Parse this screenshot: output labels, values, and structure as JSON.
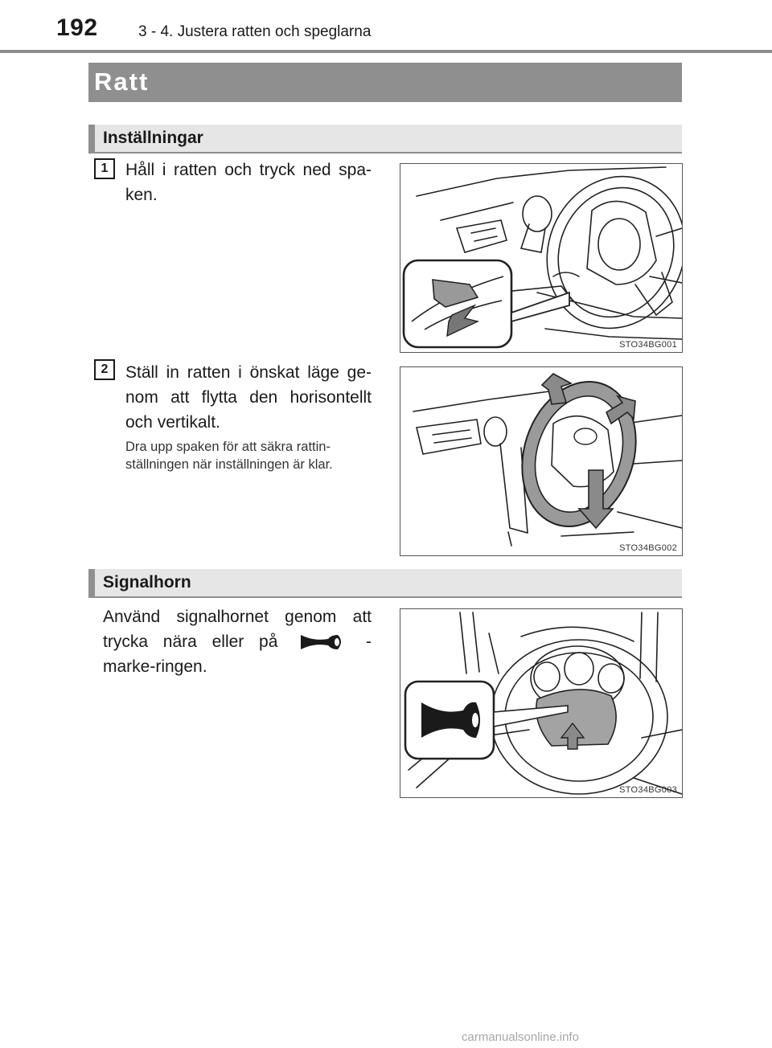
{
  "header": {
    "page_number": "192",
    "running_head": "3 - 4. Justera ratten och speglarna"
  },
  "section": {
    "title": "Ratt"
  },
  "subsections": {
    "settings": {
      "title": "Inställningar"
    },
    "horn": {
      "title": "Signalhorn"
    }
  },
  "steps": [
    {
      "number": "1",
      "text": "Håll i ratten och tryck ned spa-ken.",
      "figure_code": "STO34BG001"
    },
    {
      "number": "2",
      "text": "Ställ in ratten i önskat läge ge-nom att flytta den horisontellt och vertikalt.",
      "note": "Dra upp spaken för att säkra rattin-ställningen när inställningen är klar.",
      "figure_code": "STO34BG002"
    }
  ],
  "horn": {
    "text_before_icon": "Använd signalhornet genom att trycka nära eller på",
    "text_after_icon": "-marke-ringen.",
    "icon": "horn-icon",
    "figure_code": "STO34BG003"
  },
  "watermark": "carmanualsonline.info"
}
